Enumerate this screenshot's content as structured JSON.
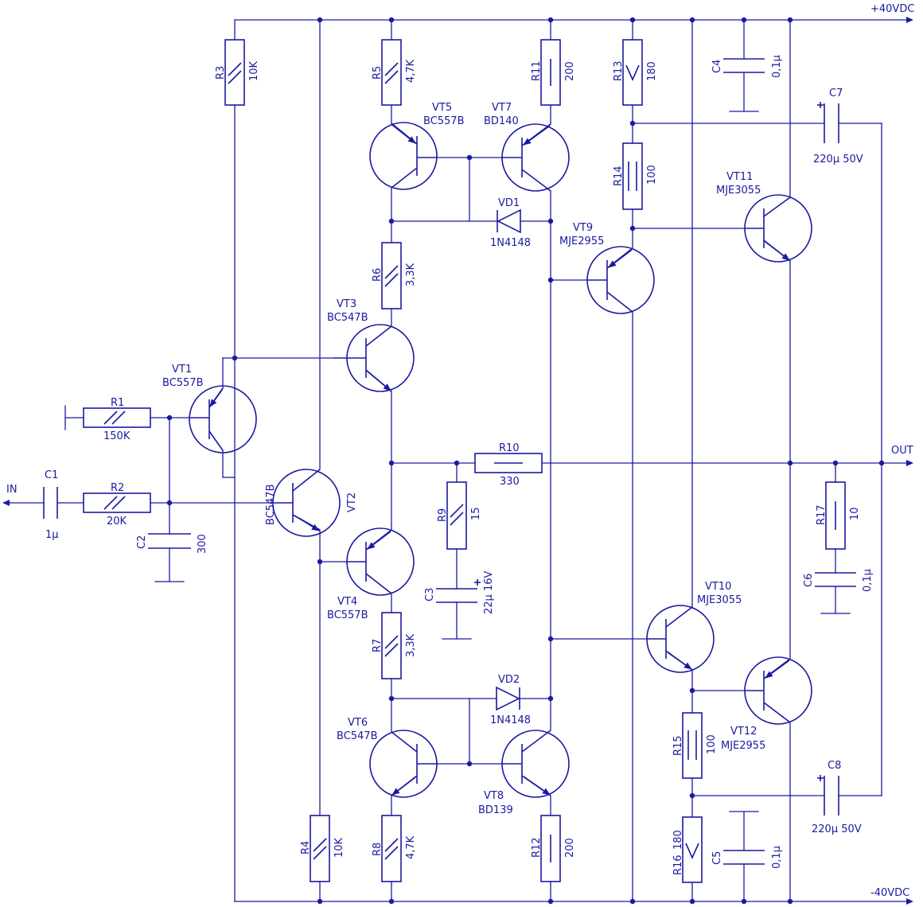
{
  "rails": {
    "positive": "+40VDC",
    "negative": "-40VDC"
  },
  "io": {
    "input": "IN",
    "output": "OUT"
  },
  "colors": {
    "wire": "#1a1aa0",
    "background": "#ffffff"
  },
  "components": {
    "R1": {
      "ref": "R1",
      "value": "150K"
    },
    "R2": {
      "ref": "R2",
      "value": "20K"
    },
    "R3": {
      "ref": "R3",
      "value": "10K"
    },
    "R4": {
      "ref": "R4",
      "value": "10K"
    },
    "R5": {
      "ref": "R5",
      "value": "4,7K"
    },
    "R6": {
      "ref": "R6",
      "value": "3,3K"
    },
    "R7": {
      "ref": "R7",
      "value": "3,3K"
    },
    "R8": {
      "ref": "R8",
      "value": "4,7K"
    },
    "R9": {
      "ref": "R9",
      "value": "15"
    },
    "R10": {
      "ref": "R10",
      "value": "330"
    },
    "R11": {
      "ref": "R11",
      "value": "200"
    },
    "R12": {
      "ref": "R12",
      "value": "200"
    },
    "R13": {
      "ref": "R13",
      "value": "180"
    },
    "R14": {
      "ref": "R14",
      "value": "100"
    },
    "R15": {
      "ref": "R15",
      "value": "100"
    },
    "R16": {
      "ref": "R16",
      "value": "180"
    },
    "R17": {
      "ref": "R17",
      "value": "10"
    },
    "C1": {
      "ref": "C1",
      "value": "1µ"
    },
    "C2": {
      "ref": "C2",
      "value": "300"
    },
    "C3": {
      "ref": "C3",
      "value": "22µ 16V"
    },
    "C4": {
      "ref": "C4",
      "value": "0,1µ"
    },
    "C5": {
      "ref": "C5",
      "value": "0,1µ"
    },
    "C6": {
      "ref": "C6",
      "value": "0,1µ"
    },
    "C7": {
      "ref": "C7",
      "value": "220µ 50V"
    },
    "C8": {
      "ref": "C8",
      "value": "220µ 50V"
    },
    "VD1": {
      "ref": "VD1",
      "value": "1N4148"
    },
    "VD2": {
      "ref": "VD2",
      "value": "1N4148"
    },
    "VT1": {
      "ref": "VT1",
      "value": "BC557B"
    },
    "VT2": {
      "ref": "VT2",
      "value": "BC547B"
    },
    "VT3": {
      "ref": "VT3",
      "value": "BC547B"
    },
    "VT4": {
      "ref": "VT4",
      "value": "BC557B"
    },
    "VT5": {
      "ref": "VT5",
      "value": "BC557B"
    },
    "VT6": {
      "ref": "VT6",
      "value": "BC547B"
    },
    "VT7": {
      "ref": "VT7",
      "value": "BD140"
    },
    "VT8": {
      "ref": "VT8",
      "value": "BD139"
    },
    "VT9": {
      "ref": "VT9",
      "value": "MJE2955"
    },
    "VT10": {
      "ref": "VT10",
      "value": "MJE3055"
    },
    "VT11": {
      "ref": "VT11",
      "value": "MJE3055"
    },
    "VT12": {
      "ref": "VT12",
      "value": "MJE2955"
    }
  }
}
